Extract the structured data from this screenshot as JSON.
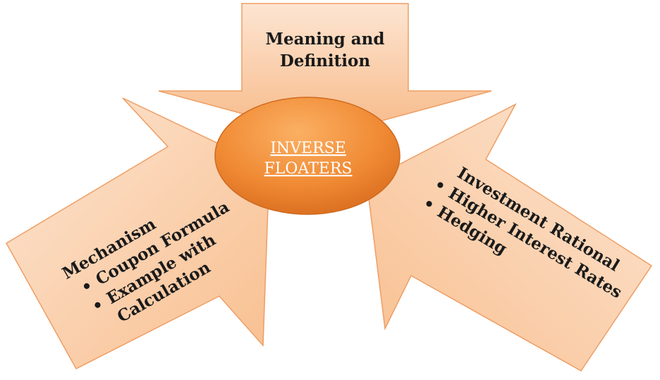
{
  "colors": {
    "arrow_fill_light": "#fde5d2",
    "arrow_fill_dark": "#f8bf8f",
    "arrow_stroke": "#ee9e64",
    "center_fill_light": "#f79f4c",
    "center_fill_dark": "#e07624",
    "center_text": "#ffffff",
    "text": "#1a1a1a"
  },
  "center": {
    "line1": "INVERSE",
    "line2": "FLOATERS"
  },
  "top_arrow": {
    "line1": "Meaning and",
    "line2": "Definition"
  },
  "left_arrow": {
    "title": "Mechanism",
    "bullet": "•",
    "item1": "Coupon Formula",
    "item2_line1": "Example with",
    "item2_line2": "Calculation"
  },
  "right_arrow": {
    "title": "Investment Rational",
    "bullet": "•",
    "item1": "Higher Interest Rates",
    "item2": "Hedging"
  }
}
